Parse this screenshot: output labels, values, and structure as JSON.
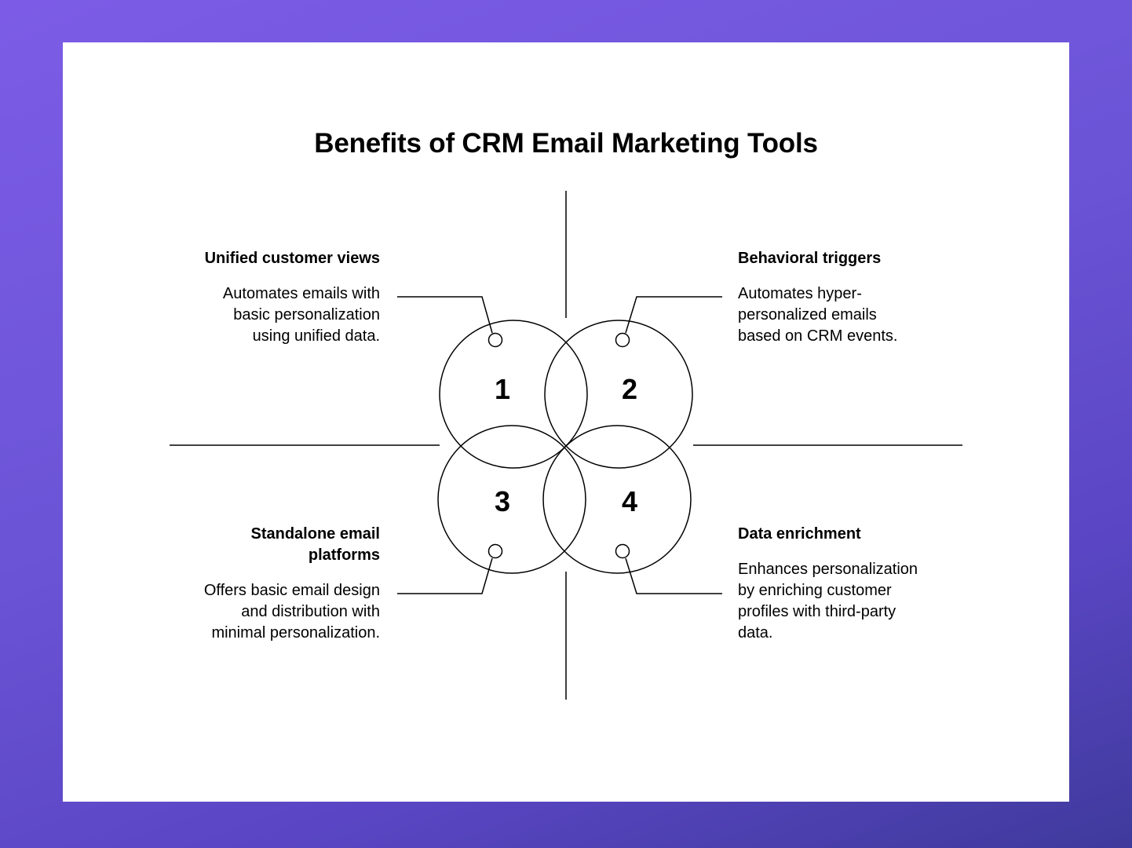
{
  "title": "Benefits of CRM Email Marketing Tools",
  "items": [
    {
      "number": "1",
      "heading": "Unified customer views",
      "description": "Automates emails with basic personalization using unified data."
    },
    {
      "number": "2",
      "heading": "Behavioral triggers",
      "description": "Automates hyper-personalized emails based on CRM events."
    },
    {
      "number": "3",
      "heading": "Standalone email platforms",
      "description": "Offers basic email design and distribution with minimal personalization."
    },
    {
      "number": "4",
      "heading": "Data enrichment",
      "description": "Enhances personalization by enriching customer profiles with third-party data."
    }
  ],
  "colors": {
    "background_start": "#7c5ce6",
    "background_end": "#3f3a9c",
    "card": "#ffffff",
    "ink": "#000000"
  }
}
